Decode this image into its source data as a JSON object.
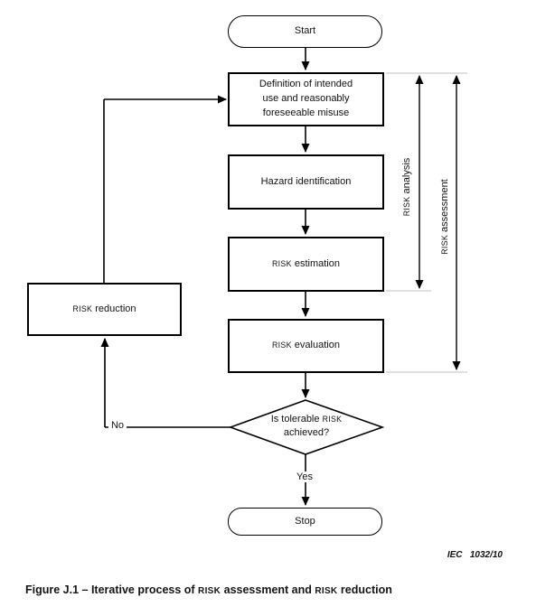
{
  "figure": {
    "nodes": {
      "start": "Start",
      "definition": "Definition of intended\nuse and reasonably\nforeseeable misuse",
      "hazard": "Hazard identification",
      "risk_estimation": "RISK estimation",
      "risk_evaluation": "RISK evaluation",
      "decision": "Is tolerable RISK\nachieved?",
      "stop": "Stop",
      "risk_reduction": "RISK reduction"
    },
    "edge_labels": {
      "yes": "Yes",
      "no": "No"
    },
    "side_labels": {
      "risk_analysis": "RISK analysis",
      "risk_assessment": "RISK assessment"
    },
    "doc_ref": "IEC   1032/10",
    "caption": "Figure J.1 – Iterative process of RISK assessment and RISK reduction",
    "colors": {
      "line": "#000000",
      "guide_line": "#c0c0c0",
      "background": "#ffffff",
      "text": "#111111"
    }
  }
}
